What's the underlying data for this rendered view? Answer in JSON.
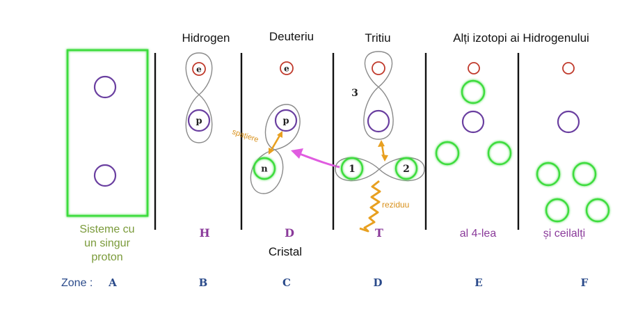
{
  "headers": {
    "hydrogen": "Hidrogen",
    "deuterium": "Deuteriu",
    "tritium": "Tritiu",
    "other_isotopes": "Alți izotopi ai Hidrogenului"
  },
  "zone_a": {
    "caption_lines": [
      "Sisteme cu",
      "un singur",
      "proton"
    ]
  },
  "symbols": {
    "hydrogen": "H",
    "deuterium": "D",
    "tritium": "T",
    "fourth": "al 4-lea",
    "others": "și ceilalți"
  },
  "particles": {
    "electron": "e",
    "proton": "p",
    "neutron": "n"
  },
  "tritium_labels": {
    "one": "1",
    "two": "2",
    "three": "3"
  },
  "annotations": {
    "spacing": "spațiere",
    "residue": "reziduu",
    "crystal": "Cristal"
  },
  "zones": {
    "label": "Zone :",
    "letters": [
      "A",
      "B",
      "C",
      "D",
      "E",
      "F"
    ]
  },
  "colors": {
    "electron": "#c0392b",
    "proton": "#6a3fa0",
    "neutron": "#3ddc3d",
    "box": "#3ddc3d",
    "magenta_arrow": "#e05ce0",
    "orange": "#e8a020",
    "caption_green": "#7a9a3a",
    "symbol_purple": "#8a3a9a",
    "zone_blue": "#2a4a8a"
  }
}
